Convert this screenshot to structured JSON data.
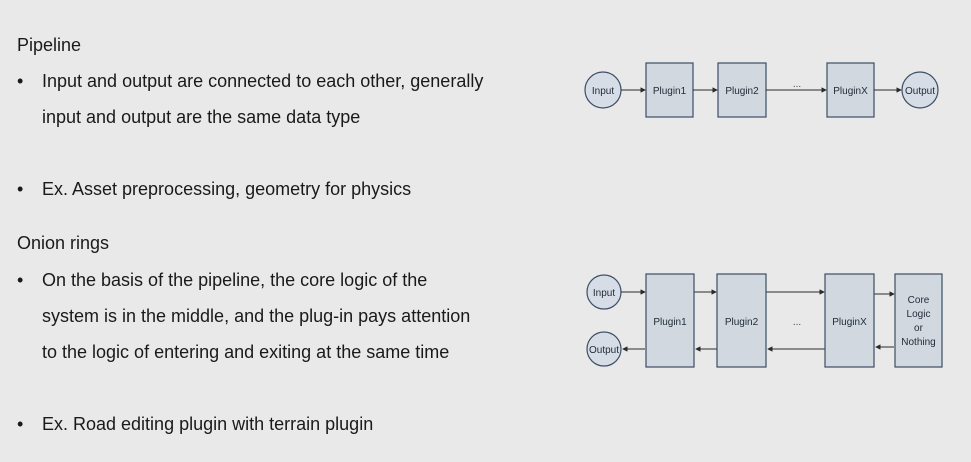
{
  "pipeline": {
    "title": "Pipeline",
    "bullets": [
      "Input and output are connected to each other, generally input and output are the same data type",
      "Ex. Asset preprocessing, geometry for physics"
    ]
  },
  "onion": {
    "title": "Onion rings",
    "bullets": [
      "On the basis of the pipeline, the core logic of the system is in the middle, and the plug-in pays attention to the logic of entering and exiting at the same time",
      "Ex. Road editing plugin with terrain plugin"
    ]
  },
  "bullet_char": "•",
  "diagram_pipeline": {
    "input": "Input",
    "plugin1": "Plugin1",
    "plugin2": "Plugin2",
    "ellipsis": "...",
    "pluginx": "PluginX",
    "output": "Output"
  },
  "diagram_onion": {
    "input": "Input",
    "output": "Output",
    "plugin1": "Plugin1",
    "plugin2": "Plugin2",
    "ellipsis": "...",
    "pluginx": "PluginX",
    "core_lines": [
      "Core",
      "Logic",
      "or",
      "Nothing"
    ]
  }
}
